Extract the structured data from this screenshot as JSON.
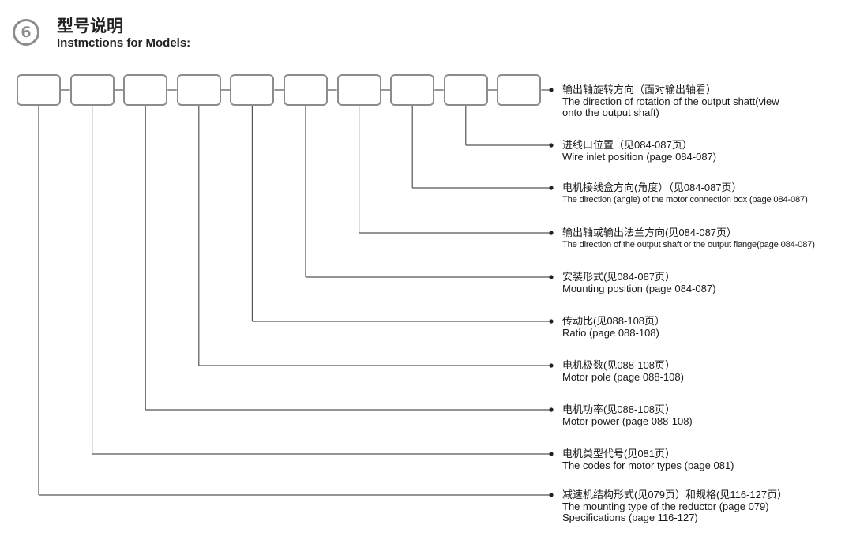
{
  "header": {
    "number": "6",
    "title": "型号说明",
    "subtitle": "Instmctions for Models:"
  },
  "box_count": 10,
  "items": [
    {
      "box": 9,
      "zh": "输出轴旋转方向（面对输出轴看）",
      "en": [
        "The direction of rotation of the output shatt(view",
        "onto the output shaft)"
      ]
    },
    {
      "box": 8,
      "zh": "进线口位置（见084-087页）",
      "en": [
        "Wire inlet position (page 084-087)"
      ]
    },
    {
      "box": 7,
      "zh": "电机接线盒方向(角度）（见084-087页）",
      "en": [
        "The direction (angle) of the motor connection box (page 084-087)"
      ]
    },
    {
      "box": 6,
      "zh": "输出轴或输出法兰方向(见084-087页）",
      "en": [
        "The direction of the output shaft or the output flange(page 084-087)"
      ]
    },
    {
      "box": 5,
      "zh": "安装形式(见084-087页）",
      "en": [
        "Mounting position (page 084-087)"
      ]
    },
    {
      "box": 4,
      "zh": "传动比(见088-108页）",
      "en": [
        "Ratio (page 088-108)"
      ]
    },
    {
      "box": 3,
      "zh": "电机极数(见088-108页）",
      "en": [
        "Motor pole (page 088-108)"
      ]
    },
    {
      "box": 2,
      "zh": "电机功率(见088-108页）",
      "en": [
        "Motor power (page 088-108)"
      ]
    },
    {
      "box": 1,
      "zh": "电机类型代号(见081页）",
      "en": [
        "The codes for motor types (page 081)"
      ]
    },
    {
      "box": 0,
      "zh": "减速机结构形式(见079页）和规格(见116-127页）",
      "en": [
        "The mounting type of the reductor (page 079)",
        "Specifications (page 116-127)"
      ]
    }
  ]
}
